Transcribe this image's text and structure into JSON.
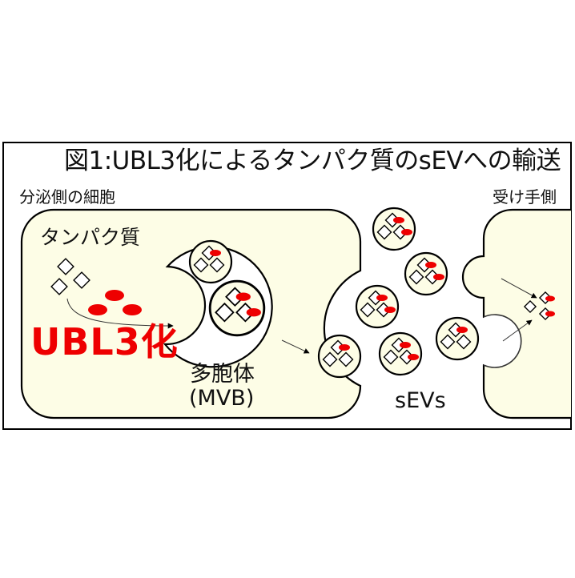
{
  "figure": {
    "title": "図1:UBL3化によるタンパク質のsEVへの輸送",
    "labels": {
      "secreting_cell": "分泌側の細胞",
      "receiving_cell": "受け手側",
      "protein": "タンパク質",
      "ubl3_modification": "UBL3化",
      "mvb_jp": "多胞体",
      "mvb_en": "(MVB)",
      "sevs": "sEVs"
    },
    "colors": {
      "cell_fill": "#fdfde6",
      "membrane_stroke": "#000000",
      "ubl3_red": "#ee0000",
      "vesicle_interior": "#ffffff"
    }
  }
}
